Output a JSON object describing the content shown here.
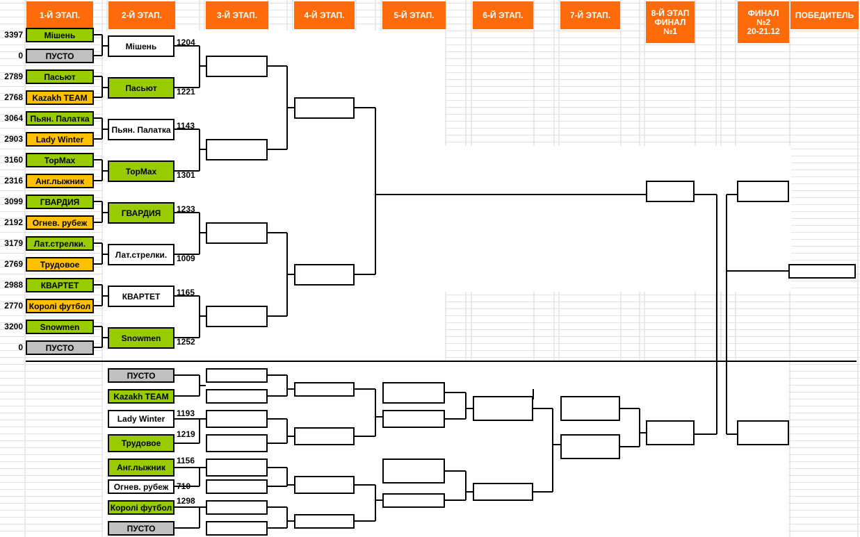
{
  "headers": {
    "stage1": "1-Й ЭТАП.",
    "stage2": "2-Й ЭТАП.",
    "stage3": "3-Й ЭТАП.",
    "stage4": "4-Й ЭТАП.",
    "stage5": "5-Й ЭТАП.",
    "stage6": "6-Й ЭТАП.",
    "stage7": "7-Й ЭТАП.",
    "stage8": "8-Й ЭТАП\nФИНАЛ\n№1",
    "final2": "ФИНАЛ\n№2\n20-21.12",
    "winner": "ПОБЕДИТЕЛЬ"
  },
  "stage1": [
    {
      "score": "3397",
      "team": "Мішень",
      "color": "green"
    },
    {
      "score": "0",
      "team": "ПУСТО",
      "color": "gray"
    },
    {
      "score": "2789",
      "team": "Пасьют",
      "color": "green"
    },
    {
      "score": "2768",
      "team": "Kazakh TEAM",
      "color": "yellow"
    },
    {
      "score": "3064",
      "team": "Пьян. Палатка",
      "color": "green"
    },
    {
      "score": "2903",
      "team": "Lady Winter",
      "color": "yellow"
    },
    {
      "score": "3160",
      "team": "TopMax",
      "color": "green"
    },
    {
      "score": "2316",
      "team": "Анг.лыжник",
      "color": "yellow"
    },
    {
      "score": "3099",
      "team": "ГВАРДИЯ",
      "color": "green"
    },
    {
      "score": "2192",
      "team": "Огнев. рубеж",
      "color": "yellow"
    },
    {
      "score": "3179",
      "team": "Лат.стрелки.",
      "color": "green"
    },
    {
      "score": "2769",
      "team": "Трудовое",
      "color": "yellow"
    },
    {
      "score": "2988",
      "team": "КВАРТЕТ",
      "color": "green"
    },
    {
      "score": "2770",
      "team": "Королі футбол",
      "color": "yellow"
    },
    {
      "score": "3200",
      "team": "Snowmen",
      "color": "green"
    },
    {
      "score": "0",
      "team": "ПУСТО",
      "color": "gray"
    }
  ],
  "stage2_upper": [
    {
      "team": "Мішень",
      "score": "1204",
      "color": "white"
    },
    {
      "team": "Пасьют",
      "score": "1221",
      "color": "green"
    },
    {
      "team": "Пьян. Палатка",
      "score": "1143",
      "color": "white"
    },
    {
      "team": "TopMax",
      "score": "1301",
      "color": "green"
    },
    {
      "team": "ГВАРДИЯ",
      "score": "1233",
      "color": "green"
    },
    {
      "team": "Лат.стрелки.",
      "score": "1009",
      "color": "white"
    },
    {
      "team": "КВАРТЕТ",
      "score": "1165",
      "color": "white"
    },
    {
      "team": "Snowmen",
      "score": "1252",
      "color": "green"
    }
  ],
  "stage2_lower": [
    {
      "team": "ПУСТО",
      "score": "",
      "color": "gray"
    },
    {
      "team": "Kazakh TEAM",
      "score": "",
      "color": "green"
    },
    {
      "team": "Lady Winter",
      "score": "1193",
      "color": "white"
    },
    {
      "team": "Трудовое",
      "score": "1219",
      "color": "green"
    },
    {
      "team": "Анг.лыжник",
      "score": "1156",
      "color": "green"
    },
    {
      "team": "Огнев. рубеж",
      "score": "710",
      "color": "white"
    },
    {
      "team": "Королі футбол",
      "score": "1298",
      "color": "green"
    },
    {
      "team": "ПУСТО",
      "score": "",
      "color": "gray"
    }
  ]
}
